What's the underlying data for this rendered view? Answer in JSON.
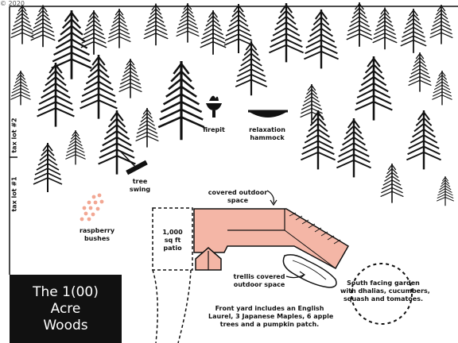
{
  "copyright": "© 2020",
  "lot_labels": {
    "upper": "tax lot #2",
    "lower": "tax lot #1"
  },
  "labels": {
    "firepit": "firepit",
    "hammock": [
      "relaxation",
      "hammock"
    ],
    "tree_swing": [
      "tree",
      "swing"
    ],
    "raspberry": [
      "raspberry",
      "bushes"
    ],
    "covered_space": [
      "covered outdoor",
      "space"
    ],
    "patio": [
      "1,000",
      "sq ft",
      "patio"
    ],
    "trellis": [
      "trellis covered",
      "outdoor space"
    ],
    "garden": [
      "South facing garden",
      "with dhalias, cucumbers,",
      "squash and tomatoes."
    ],
    "front_yard": [
      "Front yard includes an English",
      "Laurel, 3 Japanese Maples, 6 apple",
      "trees and a pumpkin patch."
    ]
  },
  "title": [
    "The 1(00)",
    "Acre",
    "Woods"
  ],
  "colors": {
    "ink": "#111111",
    "house": "#f4b6a6",
    "dots": "#f2a793",
    "background": "#ffffff"
  },
  "icons": [
    "pine-tree-icon",
    "firepit-icon",
    "hammock-icon",
    "swing-icon",
    "raspberry-dots-icon",
    "arrow-icon"
  ]
}
